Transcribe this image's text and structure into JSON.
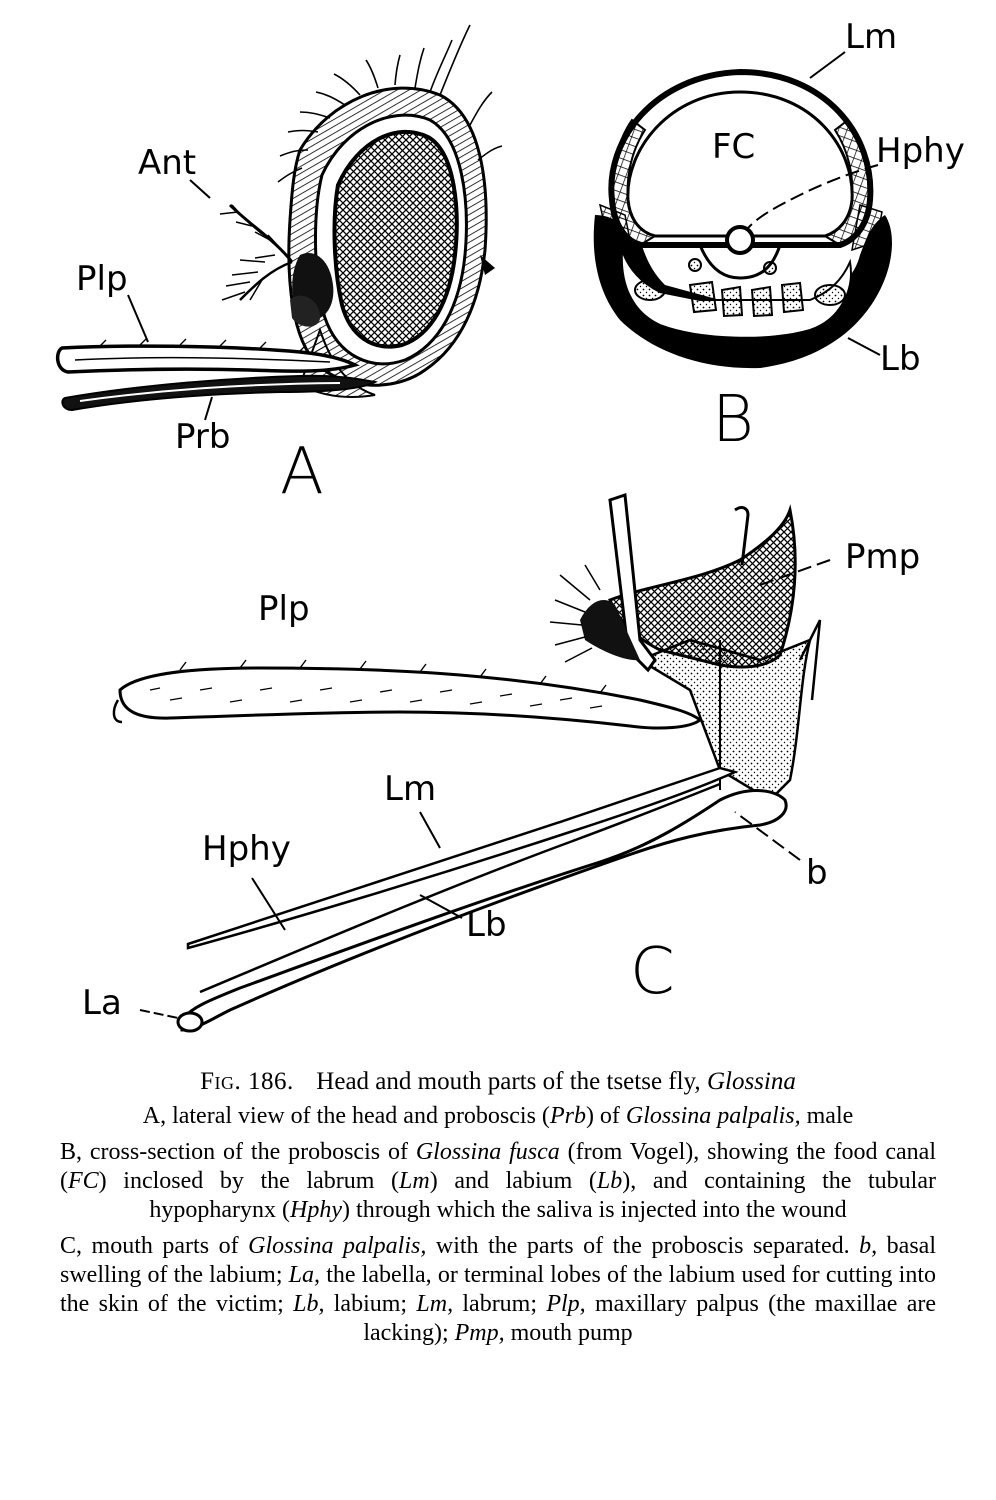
{
  "panels": {
    "a": {
      "letter": "A",
      "labels": {
        "ant": "Ant",
        "plp": "Plp",
        "prb": "Prb"
      }
    },
    "b": {
      "letter": "B",
      "labels": {
        "lm": "Lm",
        "fc": "FC",
        "hphy": "Hphy",
        "lb": "Lb"
      }
    },
    "c": {
      "letter": "C",
      "labels": {
        "plp": "Plp",
        "pmp": "Pmp",
        "lm": "Lm",
        "hphy": "Hphy",
        "lb": "Lb",
        "b": "b",
        "la": "La"
      }
    }
  },
  "caption": {
    "fig_label": "Fig. 186.",
    "title": "Head and mouth parts of the tsetse fly,",
    "title_genus": "Glossina",
    "a": {
      "t1": "A, lateral view of the head and proboscis (",
      "i1": "Prb",
      "t2": ") of ",
      "i2": "Glossina palpalis,",
      "t3": " male"
    },
    "b": {
      "t1": "B, cross-section of the proboscis of ",
      "i1": "Glossina fusca",
      "t2": " (from Vogel), showing the food canal (",
      "i2": "FC",
      "t3": ") inclosed by the labrum (",
      "i3": "Lm",
      "t4": ") and labium (",
      "i4": "Lb",
      "t5": "), and containing the tubular hypopharynx (",
      "i5": "Hphy",
      "t6": ") through which the saliva is injected into the wound"
    },
    "c": {
      "t1": "C, mouth parts of ",
      "i1": "Glossina palpalis,",
      "t2": " with the parts of the proboscis separated.  ",
      "i2": "b,",
      "t3": " basal swelling of the labium; ",
      "i3": "La,",
      "t4": " the labella, or terminal lobes of the labium used for cutting into the skin of the victim; ",
      "i4": "Lb,",
      "t5": " labium; ",
      "i5": "Lm,",
      "t6": " labrum; ",
      "i6": "Plp,",
      "t7": " maxillary palpus (the maxillae are lacking); ",
      "i7": "Pmp,",
      "t8": " mouth pump"
    }
  }
}
